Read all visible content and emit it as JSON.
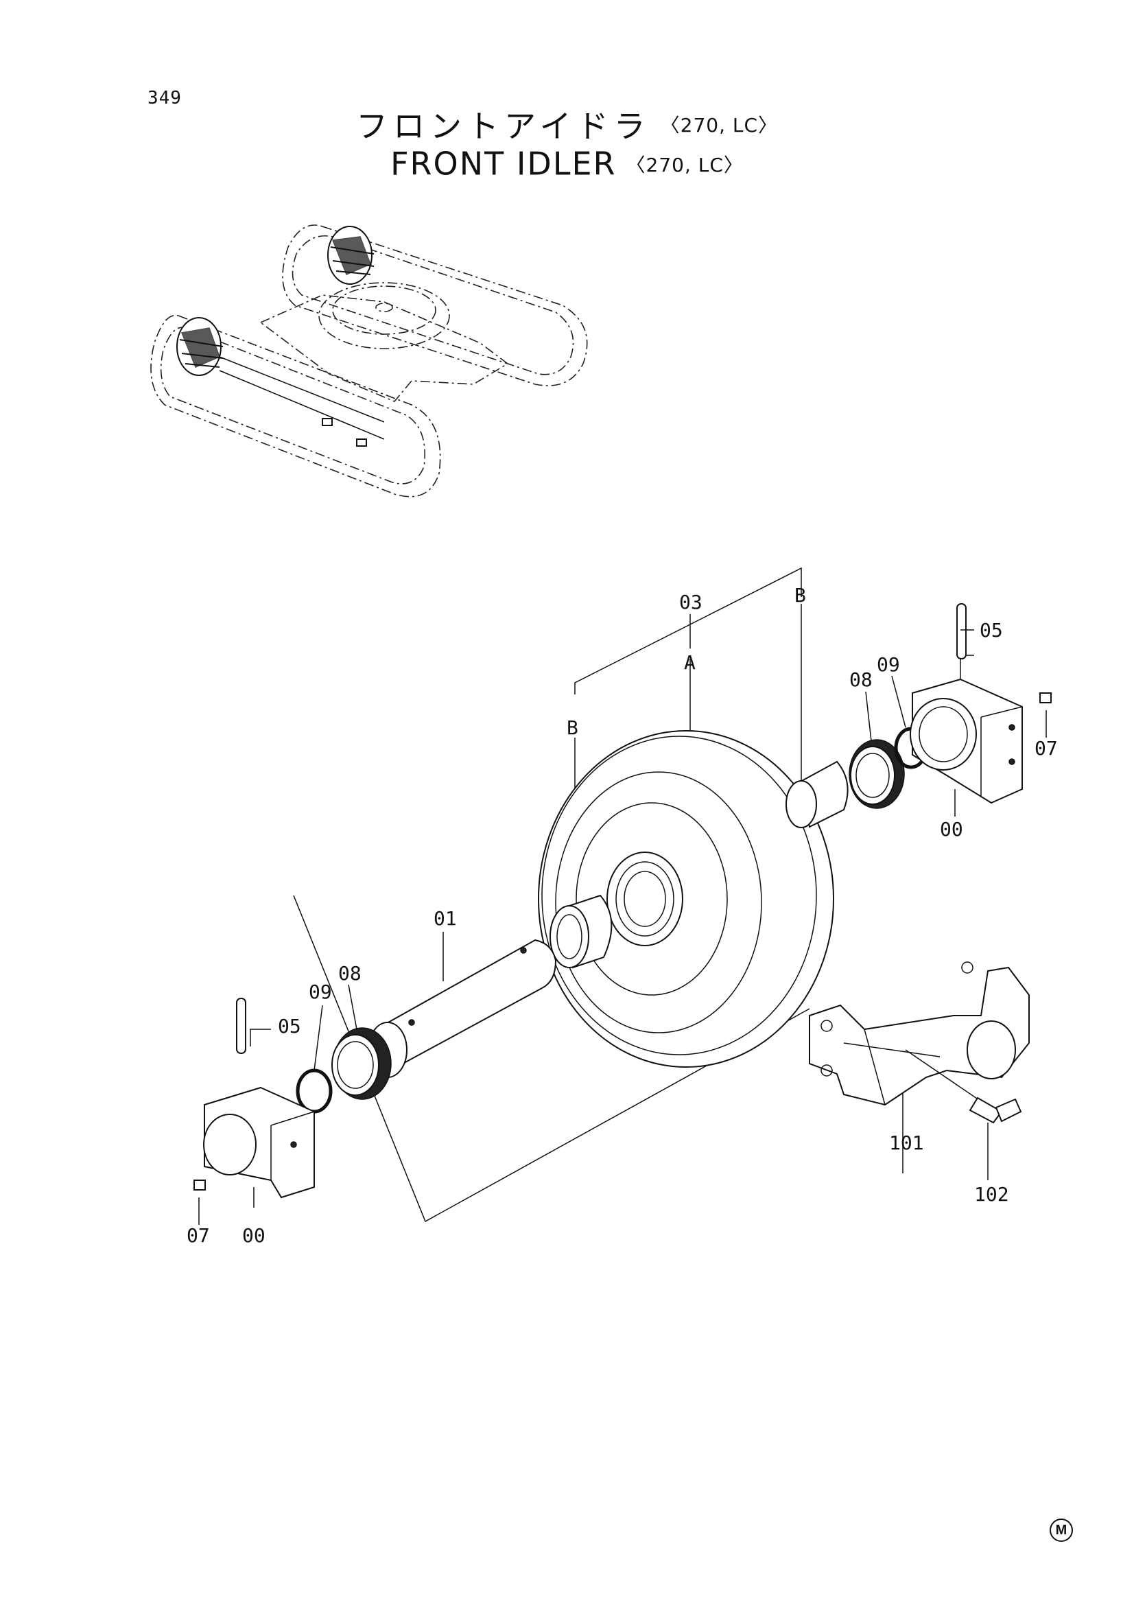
{
  "page": {
    "number": "349"
  },
  "title": {
    "japanese": "フロントアイドラ",
    "english": "FRONT IDLER",
    "variant": "〈270, LC〉"
  },
  "callouts": {
    "idler_assembly": "03",
    "idler_sub": "A",
    "bushing_left": "B",
    "bushing_right": "B",
    "pin_right": "05",
    "oring_right": "09",
    "seal_right": "08",
    "plug_right": "07",
    "bracket_right": "00",
    "shaft": "01",
    "oring_left": "09",
    "seal_left": "08",
    "pin_left": "05",
    "plug_left": "07",
    "bracket_left": "00",
    "yoke": "101",
    "bolt": "102"
  },
  "footer": {
    "mark": "M"
  }
}
